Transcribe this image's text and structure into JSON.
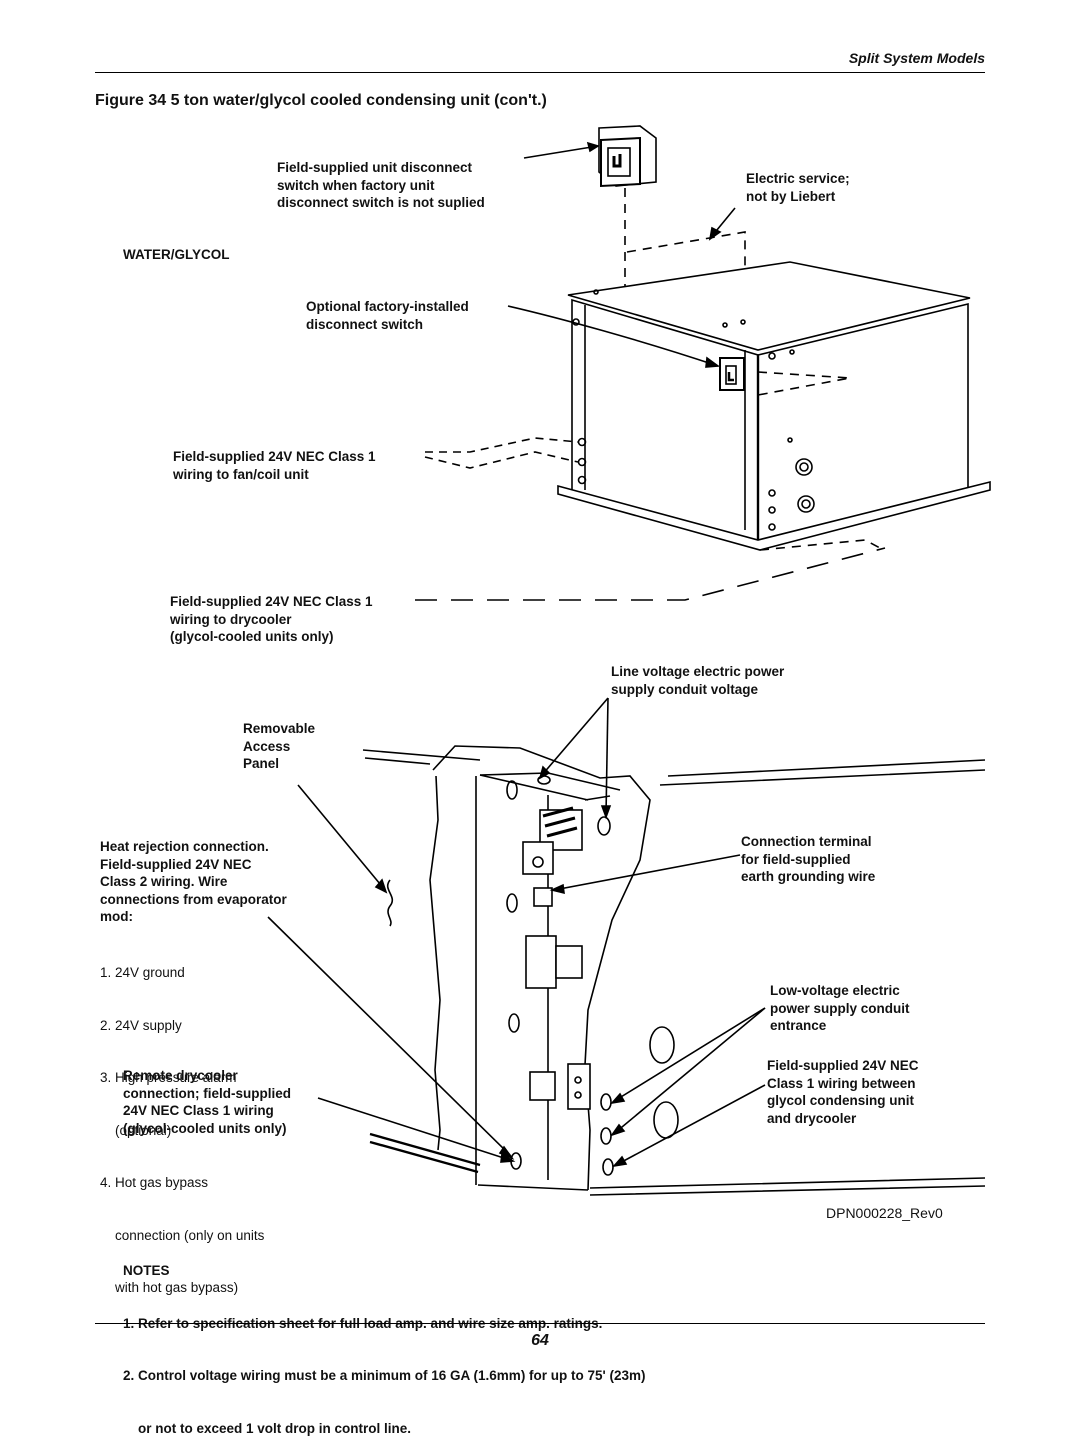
{
  "header": {
    "section": "Split System Models"
  },
  "figure": {
    "caption": "Figure 34  5 ton water/glycol cooled condensing unit (con't.)"
  },
  "labels": {
    "disconnect_field": [
      "Field-supplied unit disconnect",
      "switch when factory unit",
      "disconnect switch is not suplied"
    ],
    "electric_service": [
      "Electric service;",
      "not by Liebert"
    ],
    "water_glycol": "WATER/GLYCOL",
    "optional_disconnect": [
      "Optional factory-installed",
      "disconnect switch"
    ],
    "fancoil_wiring": [
      "Field-supplied 24V NEC Class 1",
      "wiring to fan/coil unit"
    ],
    "drycooler_wiring": [
      "Field-supplied 24V NEC Class 1",
      "wiring to drycooler",
      "(glycol-cooled units only)"
    ],
    "line_voltage": [
      "Line voltage electric power",
      "supply conduit voltage"
    ],
    "removable_panel": [
      "Removable",
      "Access",
      "Panel"
    ],
    "heat_rejection": [
      "Heat rejection connection.",
      "Field-supplied 24V NEC",
      "Class 2 wiring. Wire",
      "connections from evaporator",
      "mod:"
    ],
    "heat_rejection_items": [
      "1. 24V ground",
      "2. 24V supply",
      "3. High pressure alarm",
      "    (optional)",
      "4. Hot gas bypass",
      "    connection (only on units",
      "    with hot gas bypass)"
    ],
    "remote_drycooler": [
      "Remote drycooler",
      "connection; field-supplied",
      "24V NEC Class 1 wiring",
      "(glycol-cooled units only)"
    ],
    "connection_terminal": [
      "Connection terminal",
      "for field-supplied",
      "earth grounding wire"
    ],
    "low_voltage": [
      "Low-voltage electric",
      "power supply conduit",
      "entrance"
    ],
    "class1_between": [
      "Field-supplied 24V NEC",
      "Class 1 wiring between",
      "glycol condensing unit",
      "and drycooler"
    ],
    "drawing_number": "DPN000228_Rev0"
  },
  "notes": {
    "title": "NOTES",
    "items": [
      "1. Refer to specification sheet for full load amp. and wire size amp. ratings.",
      "2. Control voltage wiring must be a minimum of 16 GA (1.6mm) for up to 75' (23m)",
      "    or not to exceed 1 volt drop in control line."
    ]
  },
  "page_number": "64"
}
